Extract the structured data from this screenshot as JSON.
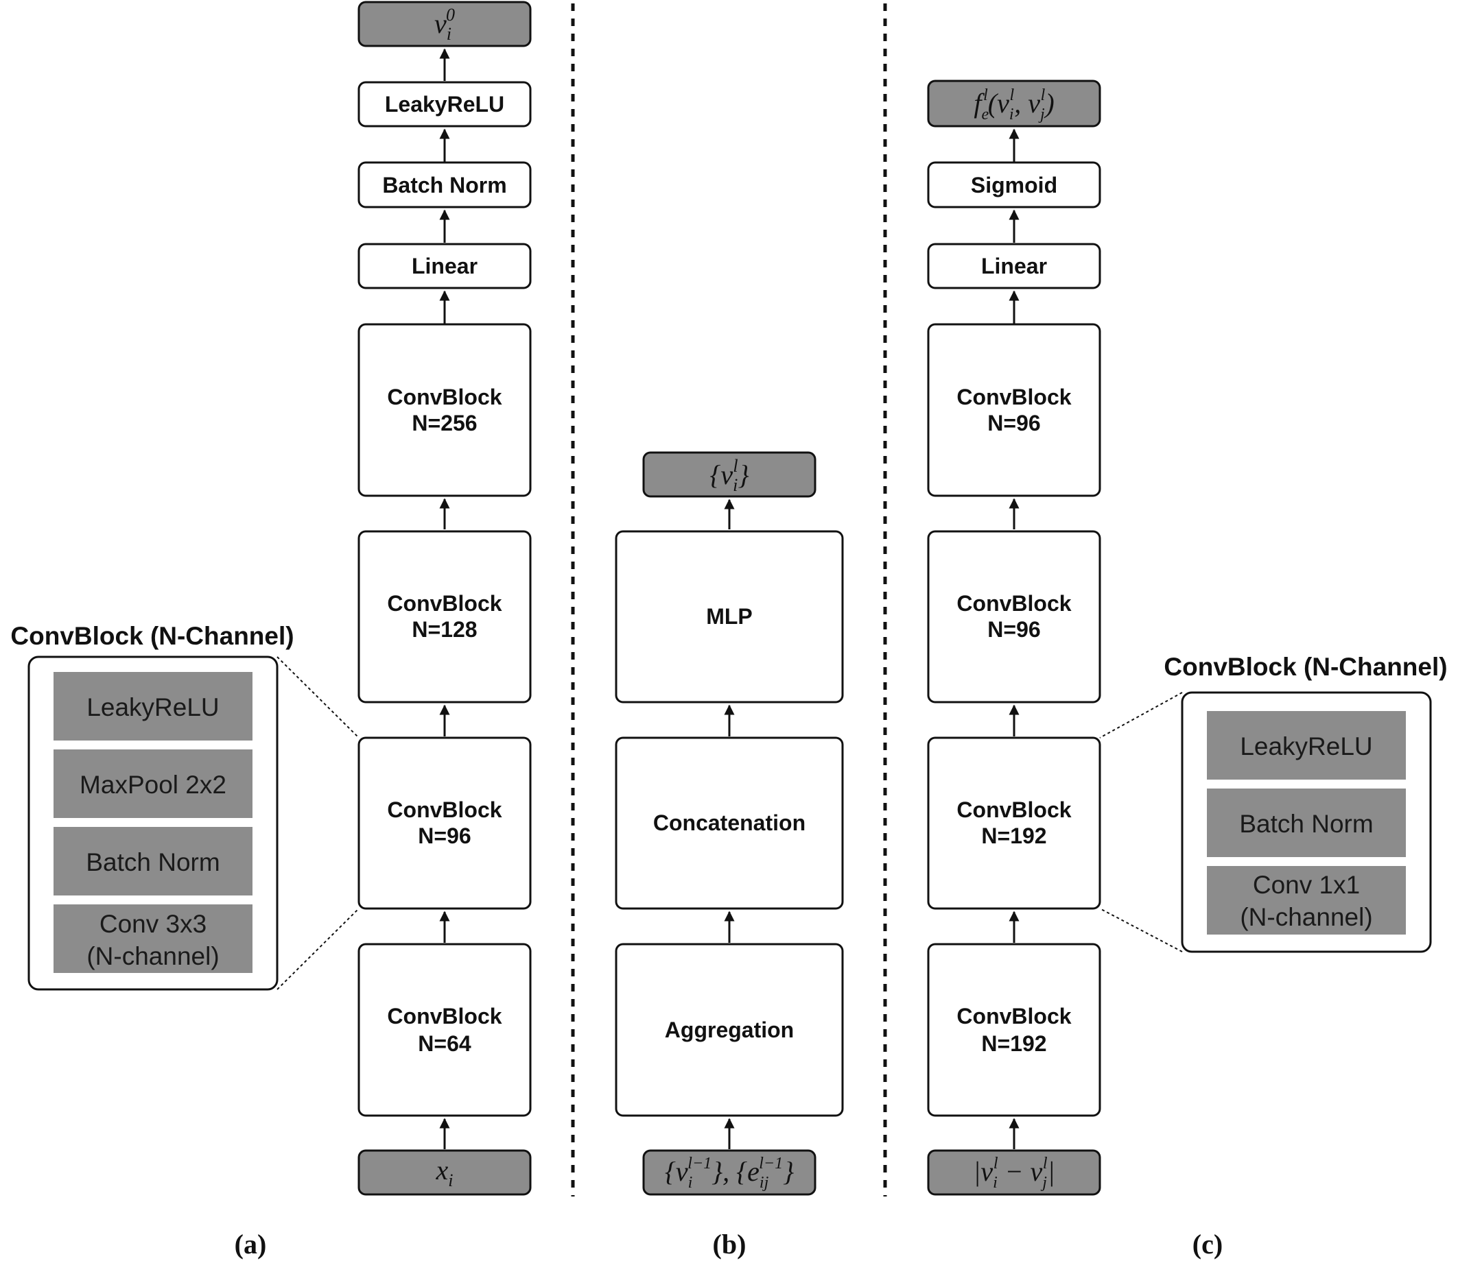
{
  "panels": {
    "a": {
      "label": "(a)",
      "output": "v_i^0",
      "input": "x_i",
      "layers": [
        "LeakyReLU",
        "Batch Norm",
        "Linear"
      ],
      "convblocks": [
        {
          "name": "ConvBlock",
          "n": "N=256"
        },
        {
          "name": "ConvBlock",
          "n": "N=128"
        },
        {
          "name": "ConvBlock",
          "n": "N=96"
        },
        {
          "name": "ConvBlock",
          "n": "N=64"
        }
      ],
      "inset": {
        "title": "ConvBlock (N-Channel)",
        "items": [
          {
            "line1": "LeakyReLU",
            "line2": ""
          },
          {
            "line1": "MaxPool 2x2",
            "line2": ""
          },
          {
            "line1": "Batch Norm",
            "line2": ""
          },
          {
            "line1": "Conv 3x3",
            "line2": "(N-channel)"
          }
        ]
      }
    },
    "b": {
      "label": "(b)",
      "output": "{v_i^l}",
      "input": "{v_i^{l-1}}, {e_ij^{l-1}}",
      "blocks": [
        "MLP",
        "Concatenation",
        "Aggregation"
      ]
    },
    "c": {
      "label": "(c)",
      "output": "f_e^l(v_i^l, v_j^l)",
      "input": "|v_i^l − v_j^l|",
      "layers": [
        "Sigmoid",
        "Linear"
      ],
      "convblocks": [
        {
          "name": "ConvBlock",
          "n": "N=96"
        },
        {
          "name": "ConvBlock",
          "n": "N=96"
        },
        {
          "name": "ConvBlock",
          "n": "N=192"
        },
        {
          "name": "ConvBlock",
          "n": "N=192"
        }
      ],
      "inset": {
        "title": "ConvBlock (N-Channel)",
        "items": [
          {
            "line1": "LeakyReLU",
            "line2": ""
          },
          {
            "line1": "Batch Norm",
            "line2": ""
          },
          {
            "line1": "Conv 1x1",
            "line2": "(N-channel)"
          }
        ]
      }
    }
  },
  "colors": {
    "io_fill": "#8c8c8c",
    "inset_fill": "#8c8c8c",
    "stroke": "#111111"
  }
}
